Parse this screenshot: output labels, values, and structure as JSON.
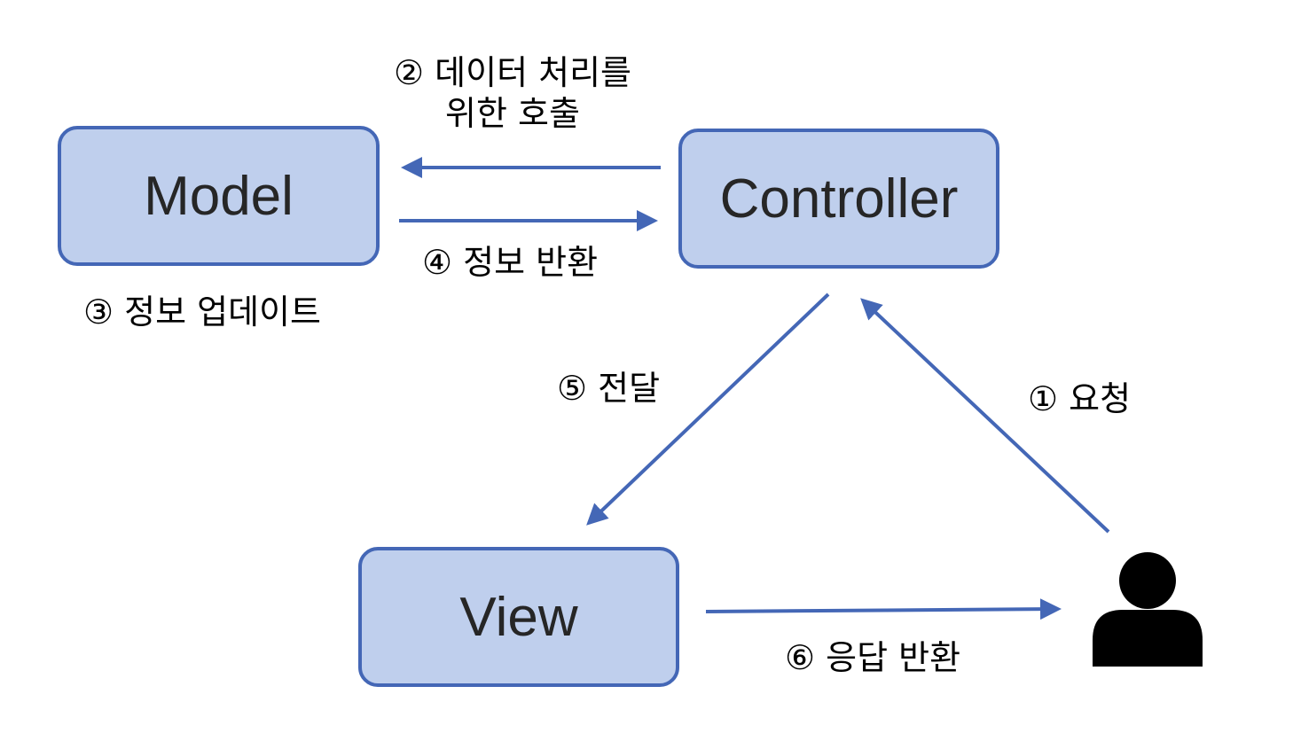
{
  "nodes": {
    "model": "Model",
    "controller": "Controller",
    "view": "View"
  },
  "steps": {
    "step1": "① 요청",
    "step2_line1": "② 데이터 처리를",
    "step2_line2": "위한 호출",
    "step3": "③ 정보 업데이트",
    "step4": "④ 정보 반환",
    "step5": "⑤ 전달",
    "step6": "⑥ 응답 반환"
  },
  "icons": {
    "user": "user-icon"
  },
  "colors": {
    "box_fill": "#bfcfed",
    "box_border": "#4467b6",
    "arrow": "#4467b6",
    "text": "#262626"
  }
}
